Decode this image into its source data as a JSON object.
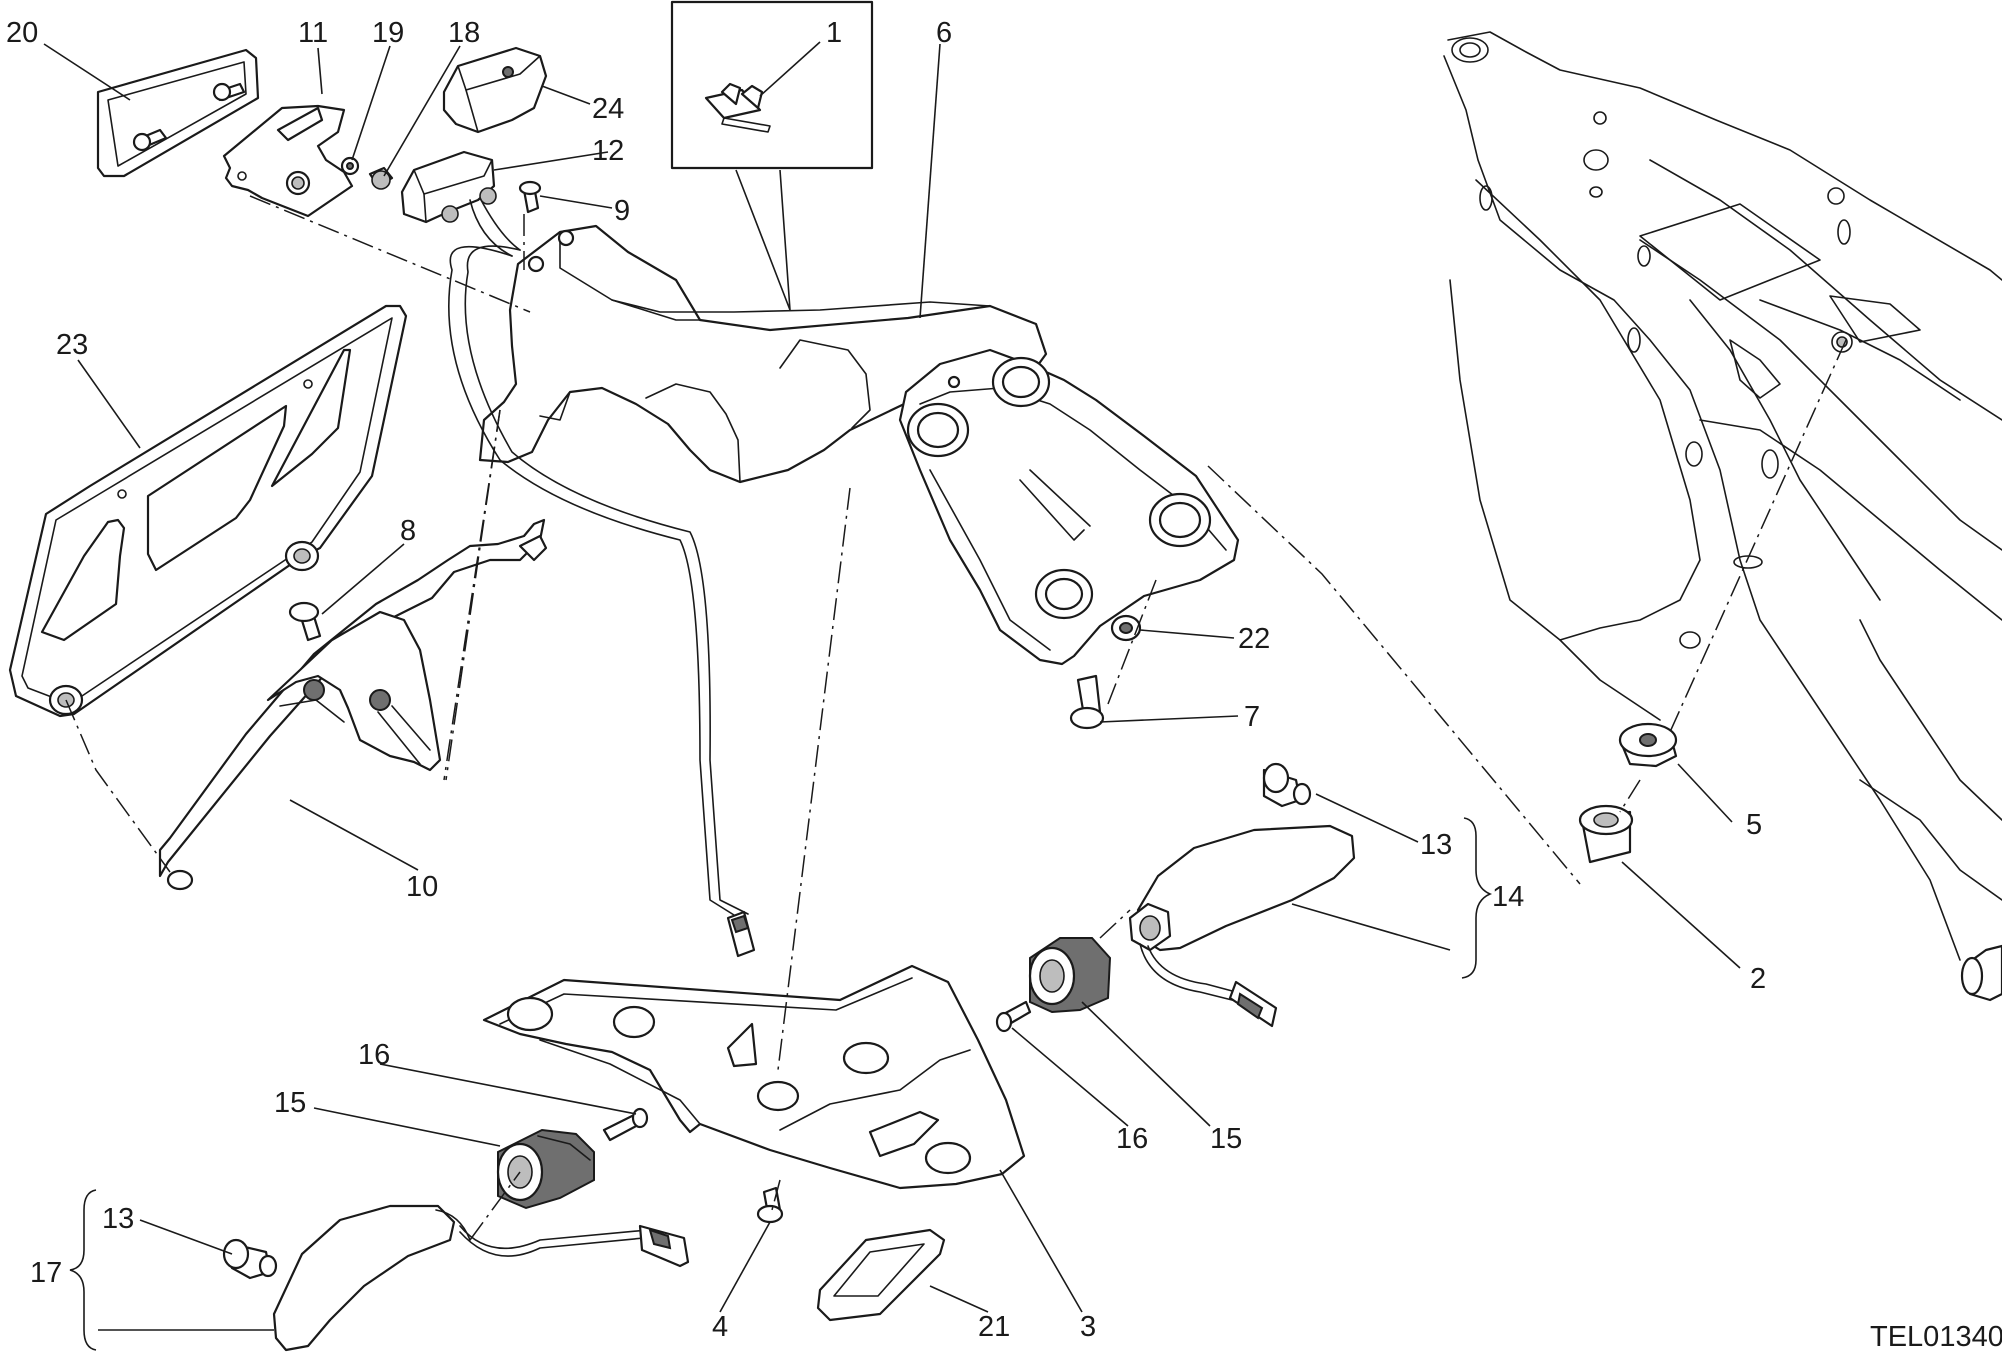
{
  "figure_code": "TEL01340",
  "callouts": {
    "c1": "1",
    "c2": "2",
    "c3": "3",
    "c4": "4",
    "c5": "5",
    "c6": "6",
    "c7": "7",
    "c8": "8",
    "c9": "9",
    "c10": "10",
    "c11": "11",
    "c12": "12",
    "c13a": "13",
    "c13b": "13",
    "c14": "14",
    "c15a": "15",
    "c15b": "15",
    "c16a": "16",
    "c16b": "16",
    "c17": "17",
    "c18": "18",
    "c19": "19",
    "c20": "20",
    "c21": "21",
    "c22": "22",
    "c23": "23",
    "c24": "24"
  }
}
